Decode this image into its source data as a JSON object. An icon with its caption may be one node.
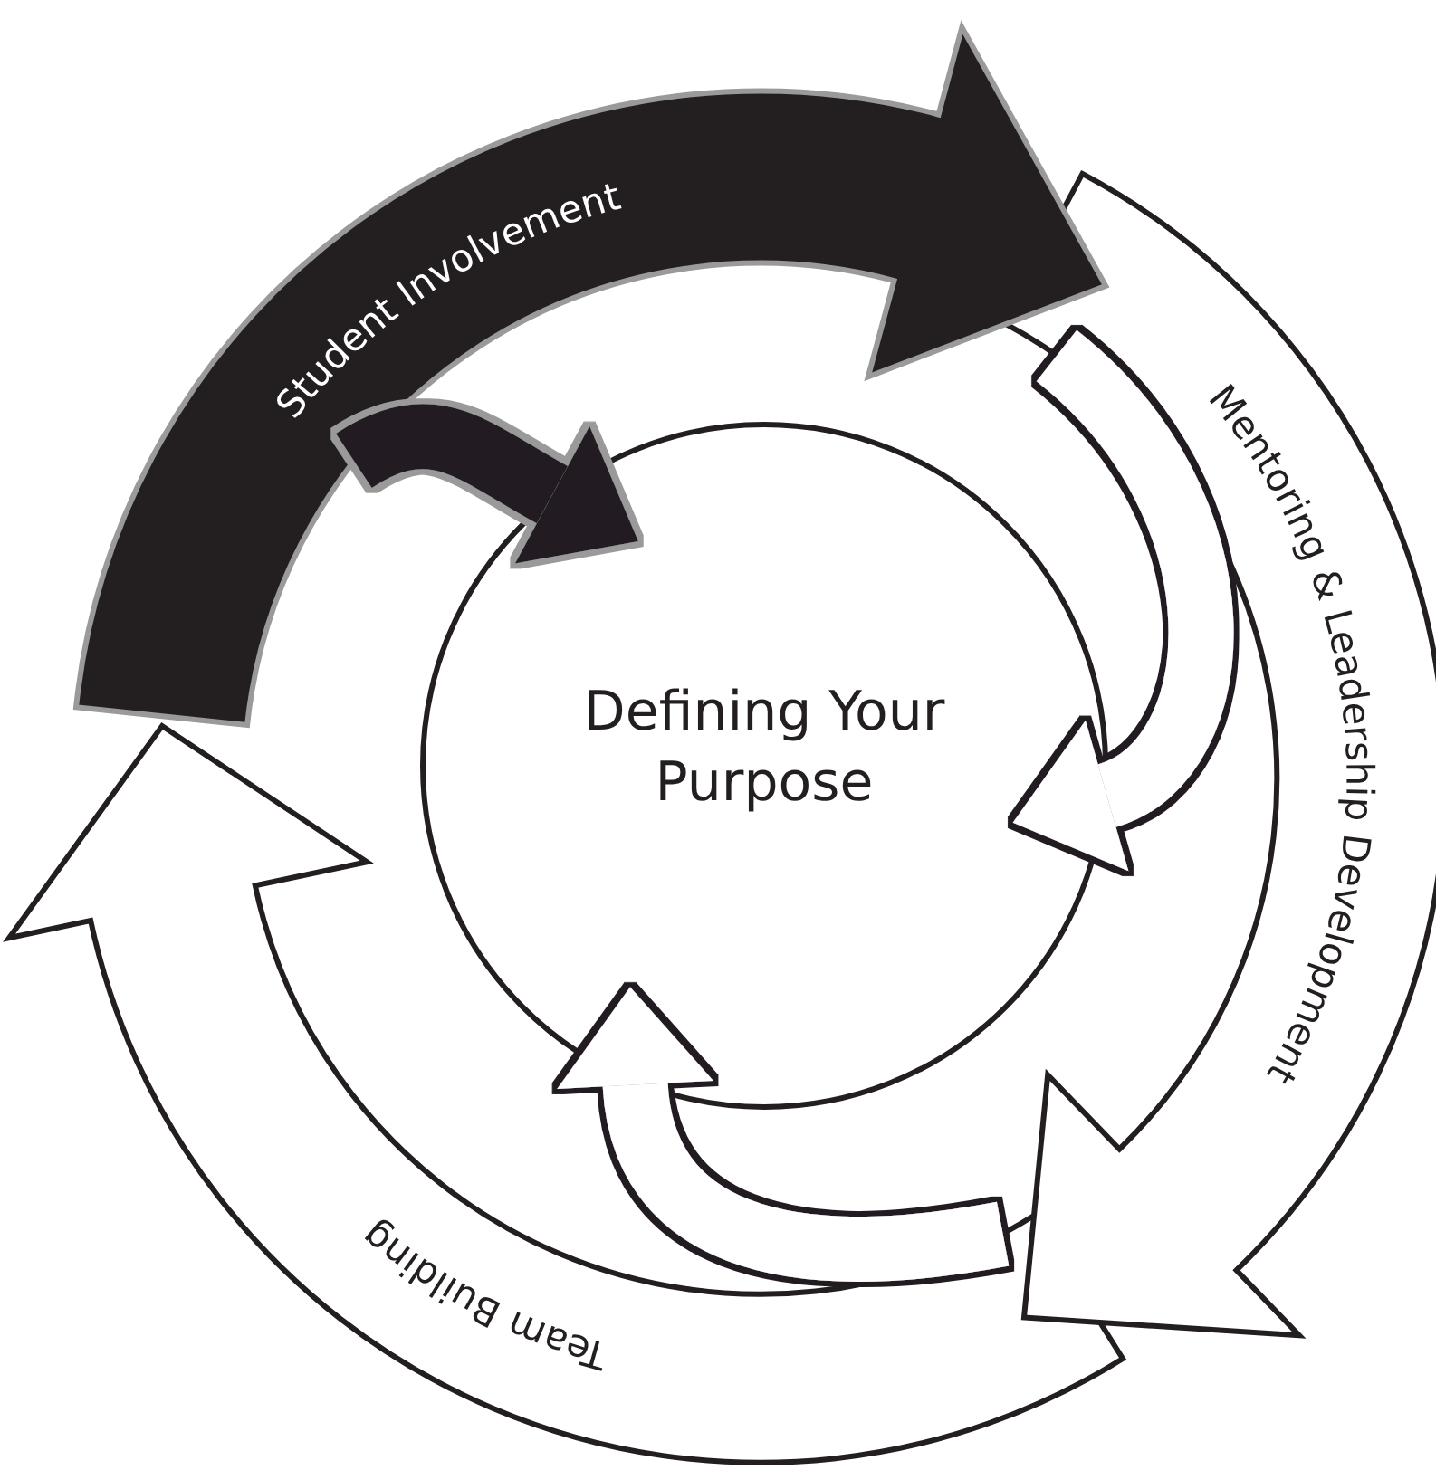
{
  "diagram": {
    "nodes": [
      {
        "text": [
          "Student Involvement"
        ]
      },
      {
        "text": [
          "Mentoring & Leadership Development"
        ]
      },
      {
        "text": [
          "Team Building"
        ]
      },
      {
        "text": [
          "Defining Your Purpose"
        ]
      }
    ],
    "edges": [
      {
        "from": 0,
        "to": 3,
        "arrow": "to",
        "color": "#231f20"
      },
      {
        "from": 1,
        "to": 3,
        "arrow": "to"
      },
      {
        "from": 2,
        "to": 3,
        "arrow": "to"
      }
    ]
  }
}
